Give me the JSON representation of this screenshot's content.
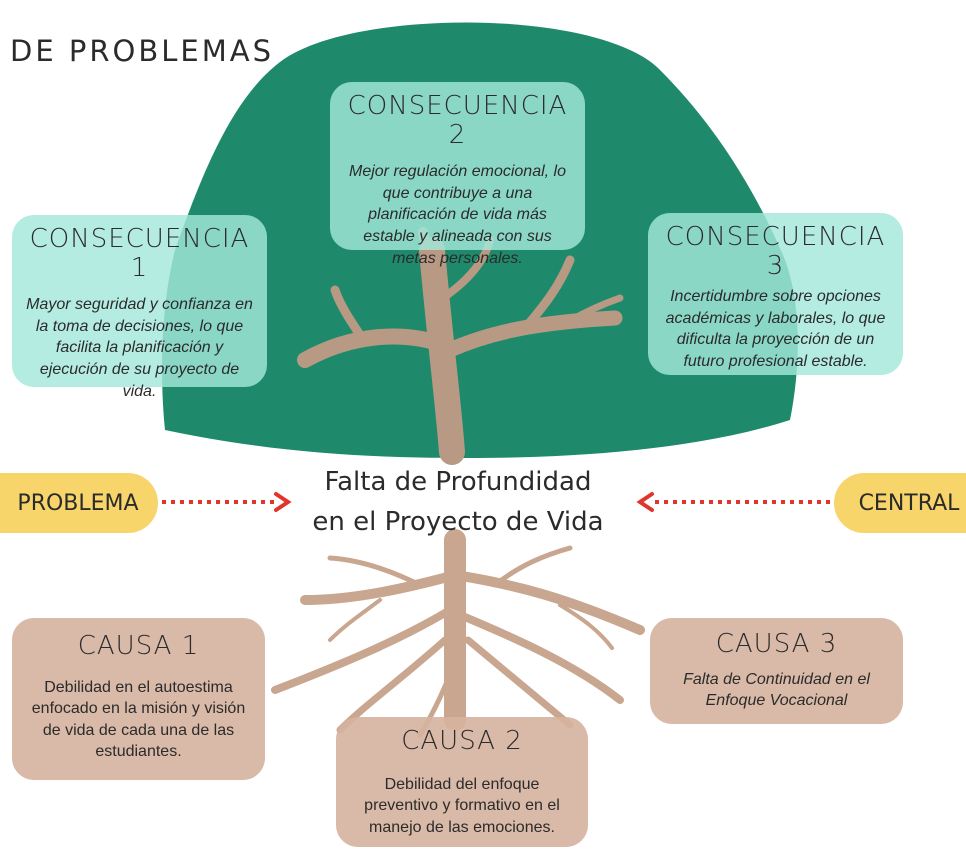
{
  "title": "DE PROBLEMAS",
  "colors": {
    "canopy": "#1f8a6b",
    "trunk": "#b89a84",
    "consequence_box": "#a3e8da",
    "cause_box": "#d6b39f",
    "pill": "#f7d56b",
    "arrow": "#e0352b"
  },
  "consequences": [
    {
      "heading": "CONSECUENCIA 1",
      "text": "Mayor seguridad y confianza en la toma de decisiones, lo que facilita la planificación y ejecución de su proyecto de vida."
    },
    {
      "heading": "CONSECUENCIA 2",
      "text": "Mejor regulación emocional, lo que contribuye a una planificación de vida más estable y alineada con sus metas personales."
    },
    {
      "heading": "CONSECUENCIA 3",
      "text": "Incertidumbre sobre opciones académicas y laborales, lo que dificulta la proyección de un futuro profesional estable."
    }
  ],
  "problem": {
    "left_label": "PROBLEMA",
    "right_label": "CENTRAL",
    "line1": "Falta de Profundidad",
    "line2": "en el Proyecto de Vida"
  },
  "causes": [
    {
      "heading": "CAUSA 1",
      "text": "Debilidad en el autoestima enfocado en la misión y visión de vida de cada una de las estudiantes."
    },
    {
      "heading": "CAUSA 2",
      "text": "Debilidad del enfoque preventivo y formativo en el manejo de las emociones."
    },
    {
      "heading": "CAUSA 3",
      "text": "Falta de Continuidad en el Enfoque Vocacional"
    }
  ]
}
